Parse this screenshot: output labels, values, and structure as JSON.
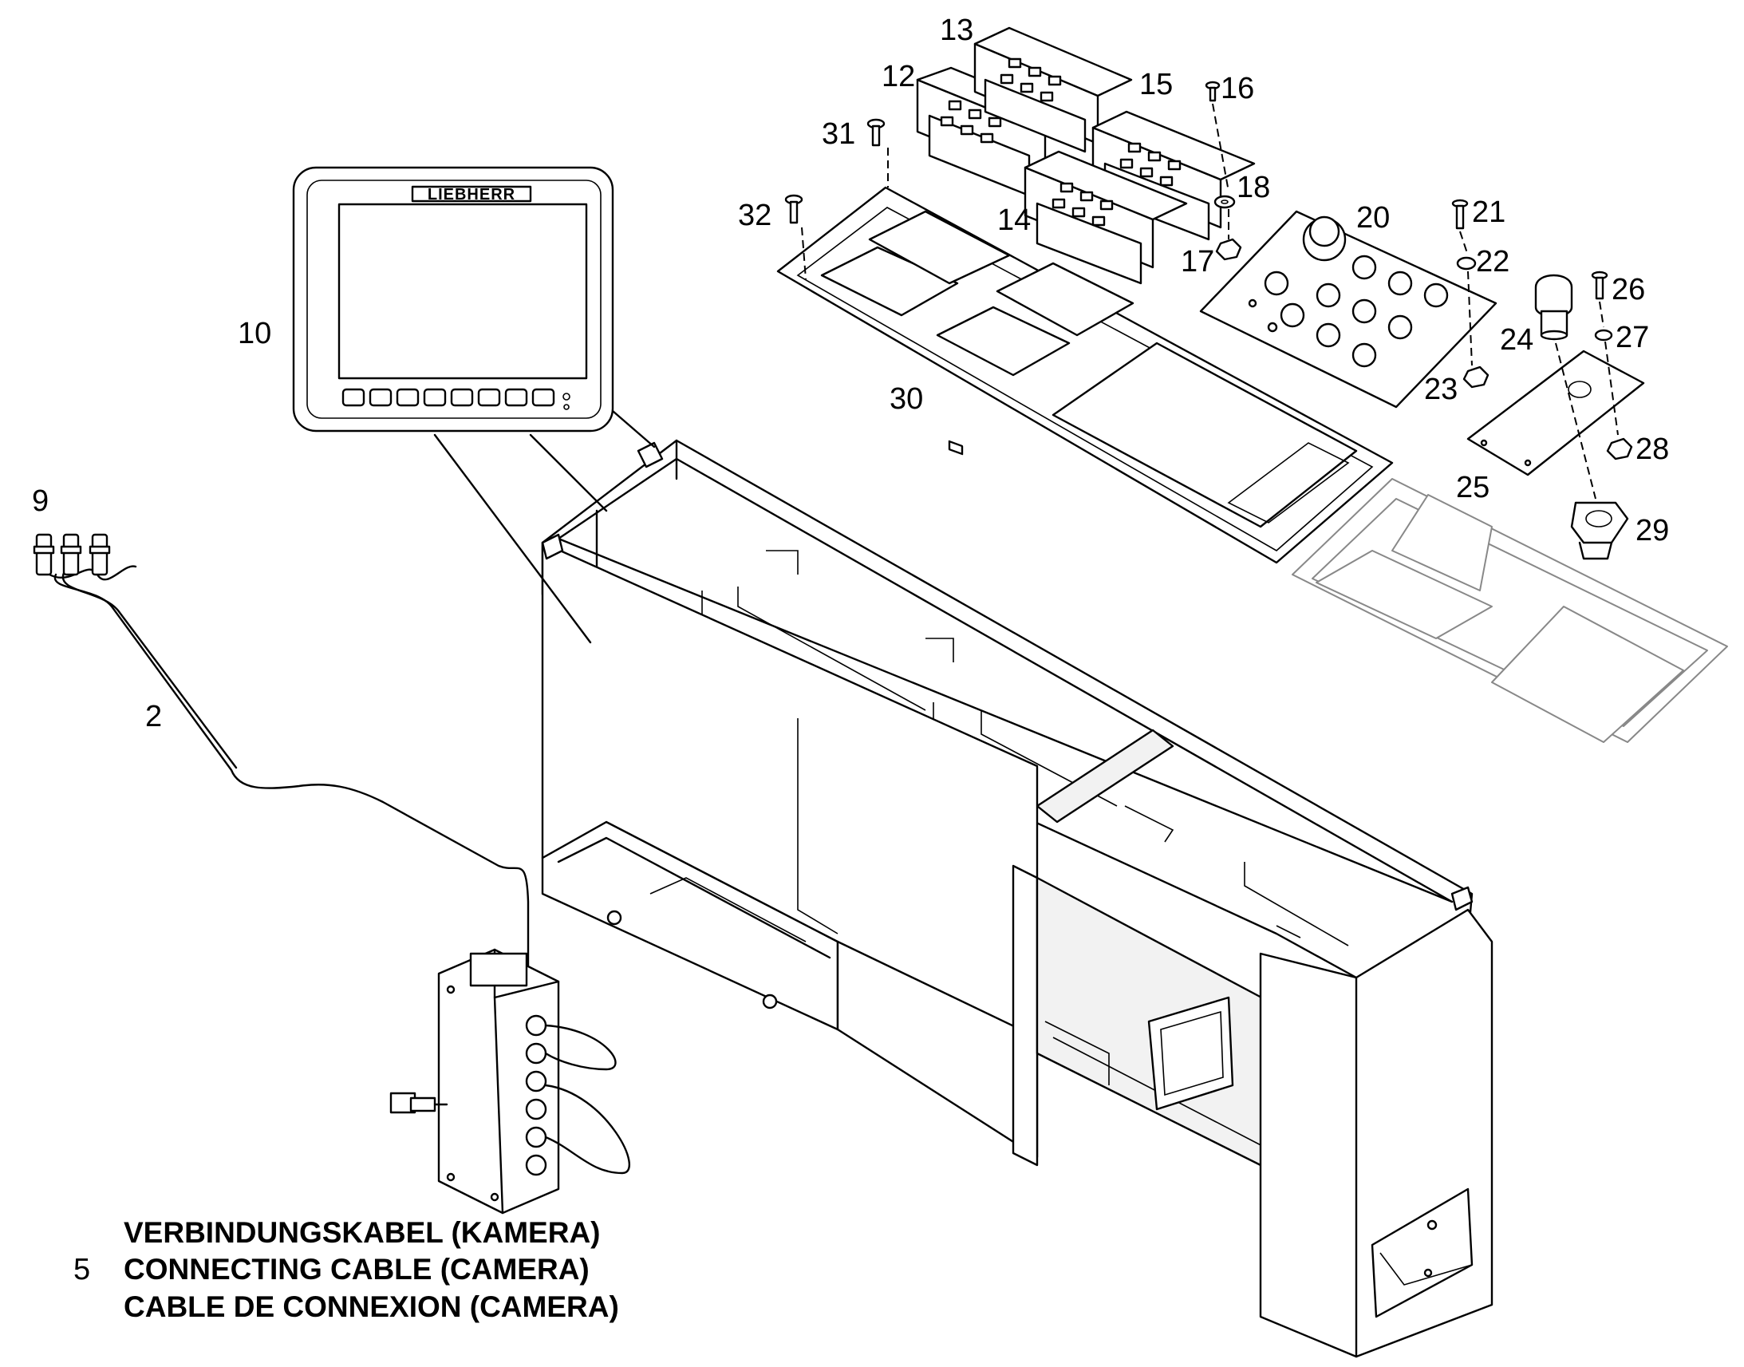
{
  "brand": "LIEBHERR",
  "callouts": {
    "c2": "2",
    "c9": "9",
    "c10": "10",
    "c12": "12",
    "c13": "13",
    "c14": "14",
    "c15": "15",
    "c16": "16",
    "c17": "17",
    "c18": "18",
    "c20": "20",
    "c21": "21",
    "c22": "22",
    "c23": "23",
    "c24": "24",
    "c25": "25",
    "c26": "26",
    "c27": "27",
    "c28": "28",
    "c29": "29",
    "c30": "30",
    "c31": "31",
    "c32": "32"
  },
  "caption": {
    "number": "5",
    "line_de": "VERBINDUNGSKABEL (KAMERA)",
    "line_en": "CONNECTING CABLE (CAMERA)",
    "line_fr": "CABLE DE CONNEXION (CAMERA)"
  }
}
